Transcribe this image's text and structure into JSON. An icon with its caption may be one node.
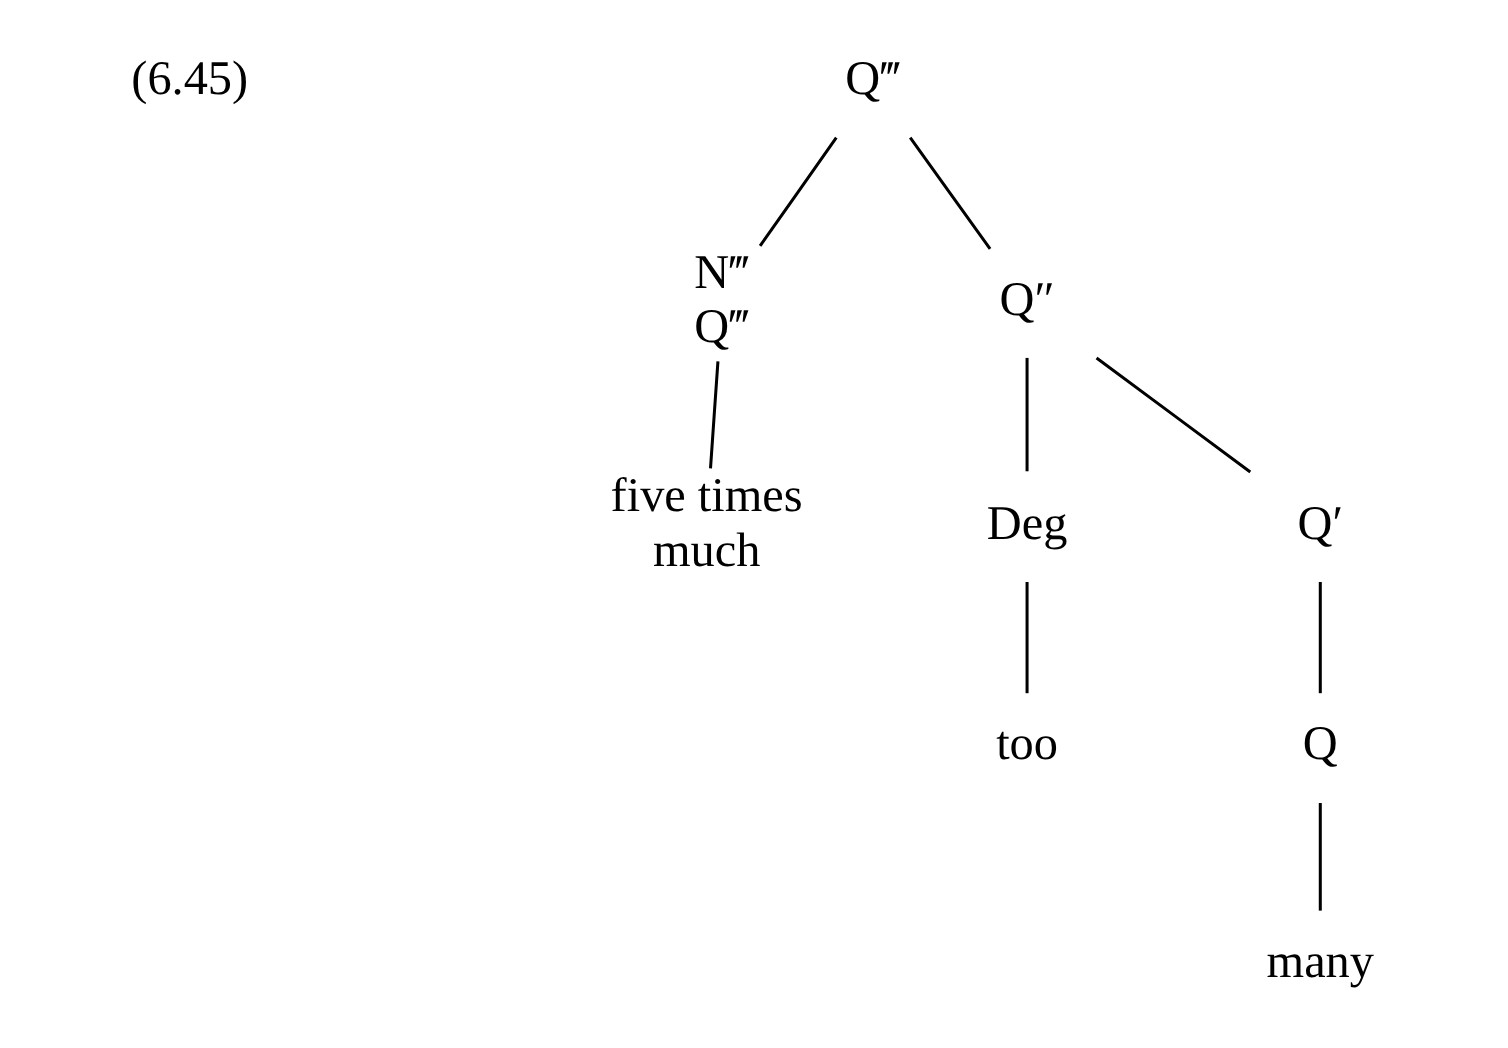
{
  "diagram": {
    "nodes": [
      {
        "text": [
          "Q‴"
        ]
      },
      {
        "text": [
          "N‴",
          "Q‴"
        ]
      },
      {
        "text": [
          "Q″"
        ]
      },
      {
        "text": [
          "five times",
          "much"
        ]
      },
      {
        "text": [
          "Deg"
        ]
      },
      {
        "text": [
          "Q′"
        ]
      },
      {
        "text": [
          "too"
        ]
      },
      {
        "text": [
          "Q"
        ]
      },
      {
        "text": [
          "many"
        ]
      }
    ],
    "edges": [
      {
        "from": 0,
        "to": 1,
        "arrow": "none"
      },
      {
        "from": 0,
        "to": 2,
        "arrow": "none"
      },
      {
        "from": 1,
        "to": 3,
        "arrow": "none"
      },
      {
        "from": 2,
        "to": 4,
        "arrow": "none"
      },
      {
        "from": 2,
        "to": 5,
        "arrow": "none"
      },
      {
        "from": 4,
        "to": 6,
        "arrow": "none"
      },
      {
        "from": 5,
        "to": 7,
        "arrow": "none"
      },
      {
        "from": 7,
        "to": 8,
        "arrow": "none"
      }
    ],
    "labels": [
      "(6.45)"
    ]
  }
}
